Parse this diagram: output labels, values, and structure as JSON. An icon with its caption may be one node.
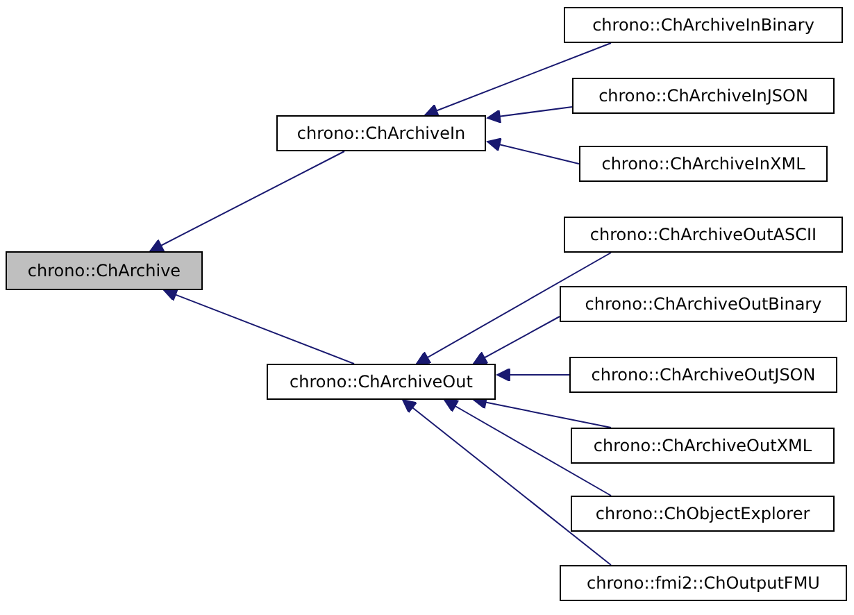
{
  "diagram": {
    "nodes": [
      {
        "text": [
          "chrono::ChArchive"
        ]
      },
      {
        "text": [
          "chrono::ChArchiveIn"
        ]
      },
      {
        "text": [
          "chrono::ChArchiveOut"
        ]
      },
      {
        "text": [
          "chrono::ChArchiveInBinary"
        ]
      },
      {
        "text": [
          "chrono::ChArchiveInJSON"
        ]
      },
      {
        "text": [
          "chrono::ChArchiveInXML"
        ]
      },
      {
        "text": [
          "chrono::ChArchiveOutASCII"
        ]
      },
      {
        "text": [
          "chrono::ChArchiveOutBinary"
        ]
      },
      {
        "text": [
          "chrono::ChArchiveOutJSON"
        ]
      },
      {
        "text": [
          "chrono::ChArchiveOutXML"
        ]
      },
      {
        "text": [
          "chrono::ChObjectExplorer"
        ]
      },
      {
        "text": [
          "chrono::fmi2::ChOutputFMU"
        ]
      }
    ],
    "edges": [
      {
        "from": 1,
        "to": 0,
        "arrow": "to"
      },
      {
        "from": 2,
        "to": 0,
        "arrow": "to"
      },
      {
        "from": 3,
        "to": 1,
        "arrow": "to"
      },
      {
        "from": 4,
        "to": 1,
        "arrow": "to"
      },
      {
        "from": 5,
        "to": 1,
        "arrow": "to"
      },
      {
        "from": 6,
        "to": 2,
        "arrow": "to"
      },
      {
        "from": 7,
        "to": 2,
        "arrow": "to"
      },
      {
        "from": 8,
        "to": 2,
        "arrow": "to"
      },
      {
        "from": 9,
        "to": 2,
        "arrow": "to"
      },
      {
        "from": 10,
        "to": 2,
        "arrow": "to"
      },
      {
        "from": 11,
        "to": 2,
        "arrow": "to"
      }
    ]
  }
}
